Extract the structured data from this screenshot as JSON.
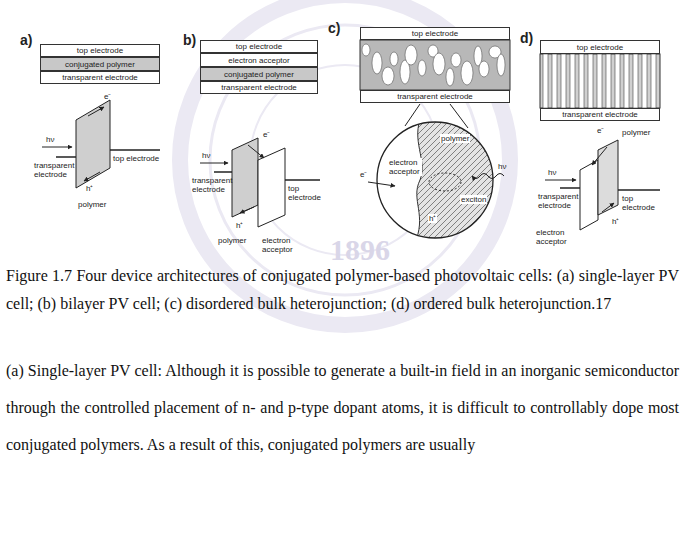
{
  "diagram": {
    "caption": "Figure 1.7 Four device architectures of conjugated polymer-based photovoltaic cells: (a) single-layer PV cell; (b) bilayer PV cell; (c) disordered bulk heterojunction; (d) ordered bulk heterojunction.17",
    "nodes": [
      {
        "text": [
          "top electrode"
        ]
      },
      {
        "text": [
          "conjugated polymer"
        ]
      },
      {
        "text": [
          "transparent electrode"
        ]
      },
      {
        "text": [
          "top electrode"
        ]
      },
      {
        "text": [
          "electron acceptor"
        ]
      },
      {
        "text": [
          "conjugated polymer"
        ]
      },
      {
        "text": [
          "transparent electrode"
        ]
      },
      {
        "text": [
          "top electrode"
        ]
      },
      {
        "text": [
          "transparent electrode"
        ]
      },
      {
        "text": [
          "top electrode"
        ]
      },
      {
        "text": [
          "transparent electrode"
        ]
      }
    ],
    "labels": [
      "a)",
      "hν",
      "transparent electrode",
      "e⁻",
      "h⁺",
      "top electrode",
      "polymer",
      "b)",
      "hν",
      "transparent electrode",
      "e⁻",
      "top electrode",
      "h⁺",
      "polymer",
      "electron acceptor",
      "c)",
      "electron acceptor",
      "polymer",
      "hν",
      "e⁻",
      "exciton",
      "h⁺",
      "d)",
      "e⁻",
      "polymer",
      "hν",
      "transparent electrode",
      "top electrode",
      "electron acceptor",
      "h⁺",
      "1896",
      "(a) Single-layer PV cell: Although it is possible to generate a built-in field in an inorganic semiconductor through the controlled placement of n- and p-type dopant atoms, it is difficult to controllably dope most conjugated polymers. As a result of this, conjugated polymers are usually"
    ]
  }
}
